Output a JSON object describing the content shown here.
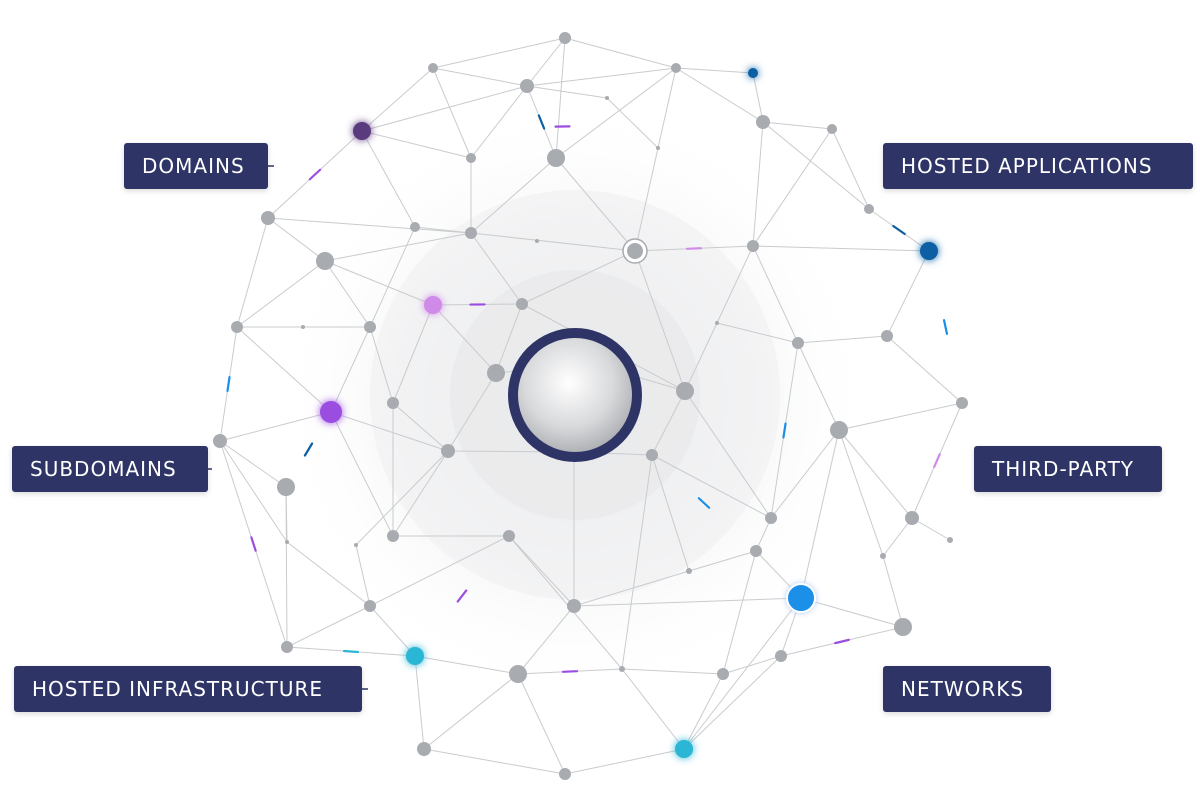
{
  "labels": {
    "domains": "DOMAINS",
    "hosted_applications": "HOSTED APPLICATIONS",
    "subdomains": "SUBDOMAINS",
    "third_party": "THIRD-PARTY",
    "hosted_infrastructure": "HOSTED INFRASTRUCTURE",
    "networks": "NETWORKS"
  },
  "colors": {
    "label_bg": "#2e3566",
    "label_text": "#ffffff",
    "node_gray": "#a8abb0",
    "edge": "#c9cbce",
    "core_ring": "#2e3566",
    "purple_dark": "#5a3a7e",
    "purple": "#9b4de0",
    "violet_light": "#d08ae8",
    "blue_dark": "#0d5fa3",
    "blue_bright": "#1a8fe8",
    "cyan": "#2bb6d4"
  }
}
